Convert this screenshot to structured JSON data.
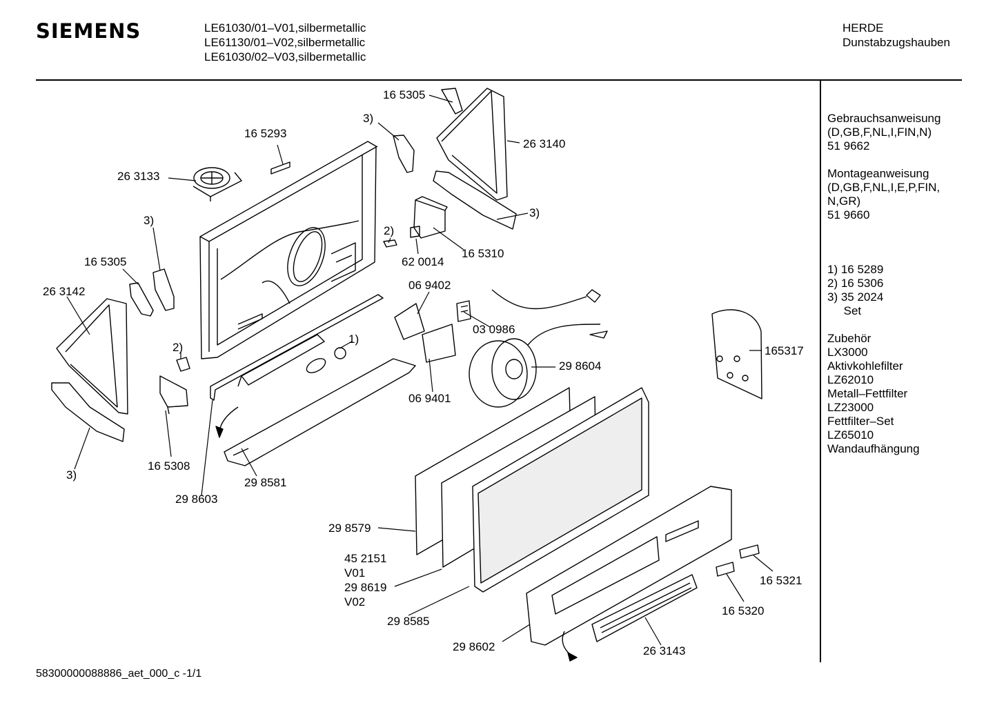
{
  "header": {
    "brand": "SIEMENS",
    "models": [
      "LE61030/01–V01,silbermetallic",
      "LE61130/01–V02,silbermetallic",
      "LE61030/02–V03,silbermetallic"
    ],
    "category": [
      "HERDE",
      "Dunstabzugshauben"
    ]
  },
  "side": {
    "manual": [
      "Gebrauchsanweisung",
      "(D,GB,F,NL,I,FIN,N)",
      "51 9662"
    ],
    "install": [
      "Montageanweisung",
      "(D,GB,F,NL,I,E,P,FIN,",
      "N,GR)",
      "51 9660"
    ],
    "notes": [
      "1)  16 5289",
      "2)  16 5306",
      "3)  35 2024",
      "     Set"
    ],
    "accessories": [
      "Zubehör",
      "LX3000",
      "Aktivkohlefilter",
      "LZ62010",
      "Metall–Fettfilter",
      "LZ23000",
      "Fettfilter–Set",
      "LZ65010",
      "Wandaufhängung"
    ]
  },
  "parts": {
    "p165305_top": "16 5305",
    "p3_top": "3)",
    "p165293": "16 5293",
    "p263140": "26 3140",
    "p263133": "26 3133",
    "p3_right": "3)",
    "p3_left_upper": "3)",
    "p2_mid": "2)",
    "p620014": "62 0014",
    "p165310": "16 5310",
    "p165305_left": "16 5305",
    "p263142": "26 3142",
    "p069402": "06 9402",
    "p030986": "03 0986",
    "p1": "1)",
    "p2_left": "2)",
    "p165317": "165317",
    "p298604": "29 8604",
    "p069401": "06 9401",
    "p165308": "16 5308",
    "p3_left_lower": "3)",
    "p298603": "29 8603",
    "p298581": "29 8581",
    "p298579": "29 8579",
    "p452151": "45 2151",
    "pV01": "V01",
    "p298619": "29 8619",
    "pV02": "V02",
    "p298585": "29 8585",
    "p298602": "29 8602",
    "p263143": "26 3143",
    "p165321": "16 5321",
    "p165320": "16 5320"
  },
  "footer": "58300000088886_aet_000_c  -1/1"
}
